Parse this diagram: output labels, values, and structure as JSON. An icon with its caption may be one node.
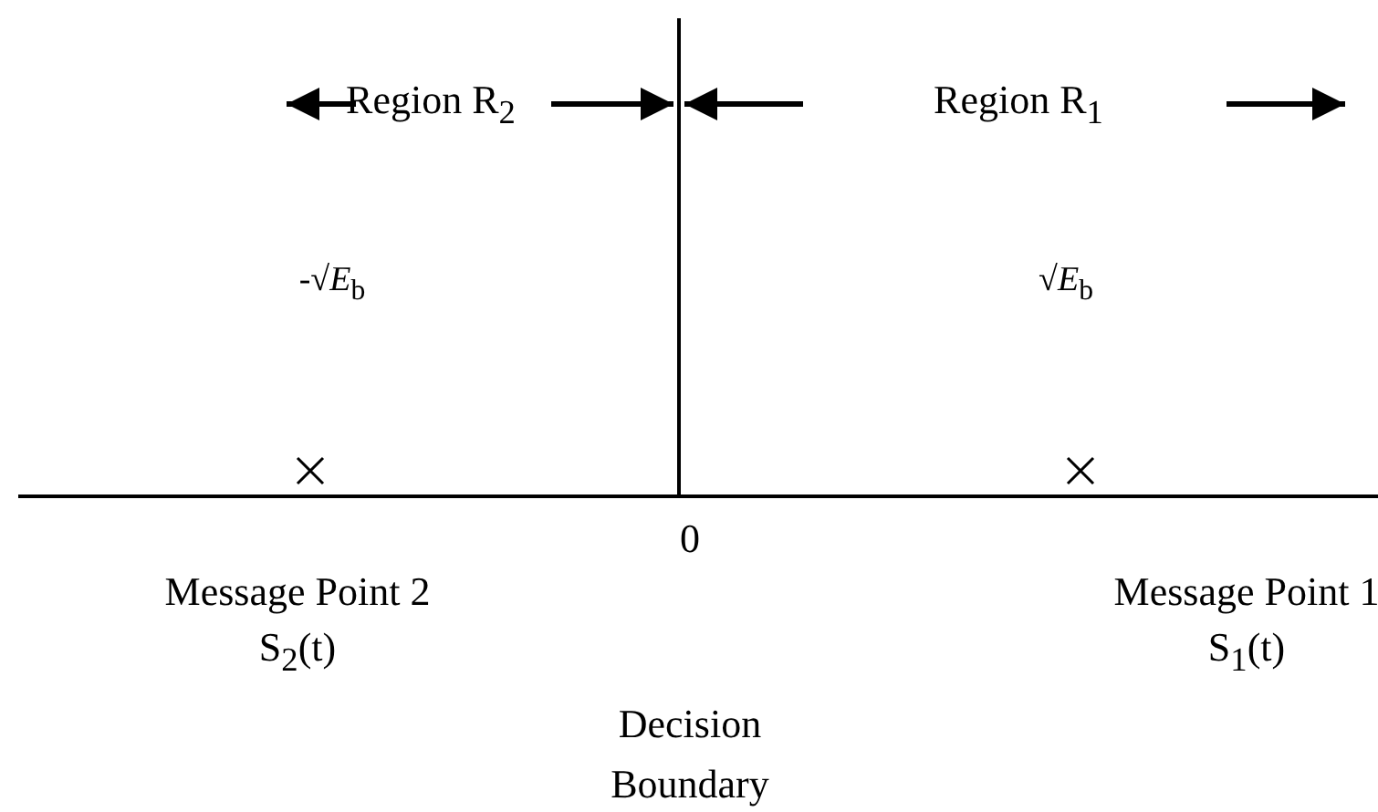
{
  "diagram": {
    "labels": [
      "Region R$_{2}$",
      "Region R$_{1}$",
      "-√*E*$_{b}$",
      "√*E*$_{b}$",
      "0",
      "Message Point 2",
      "S$_{2}$(t)",
      "Message Point 1",
      "S$_{1}$(t)",
      "Decision Boundary"
    ]
  }
}
